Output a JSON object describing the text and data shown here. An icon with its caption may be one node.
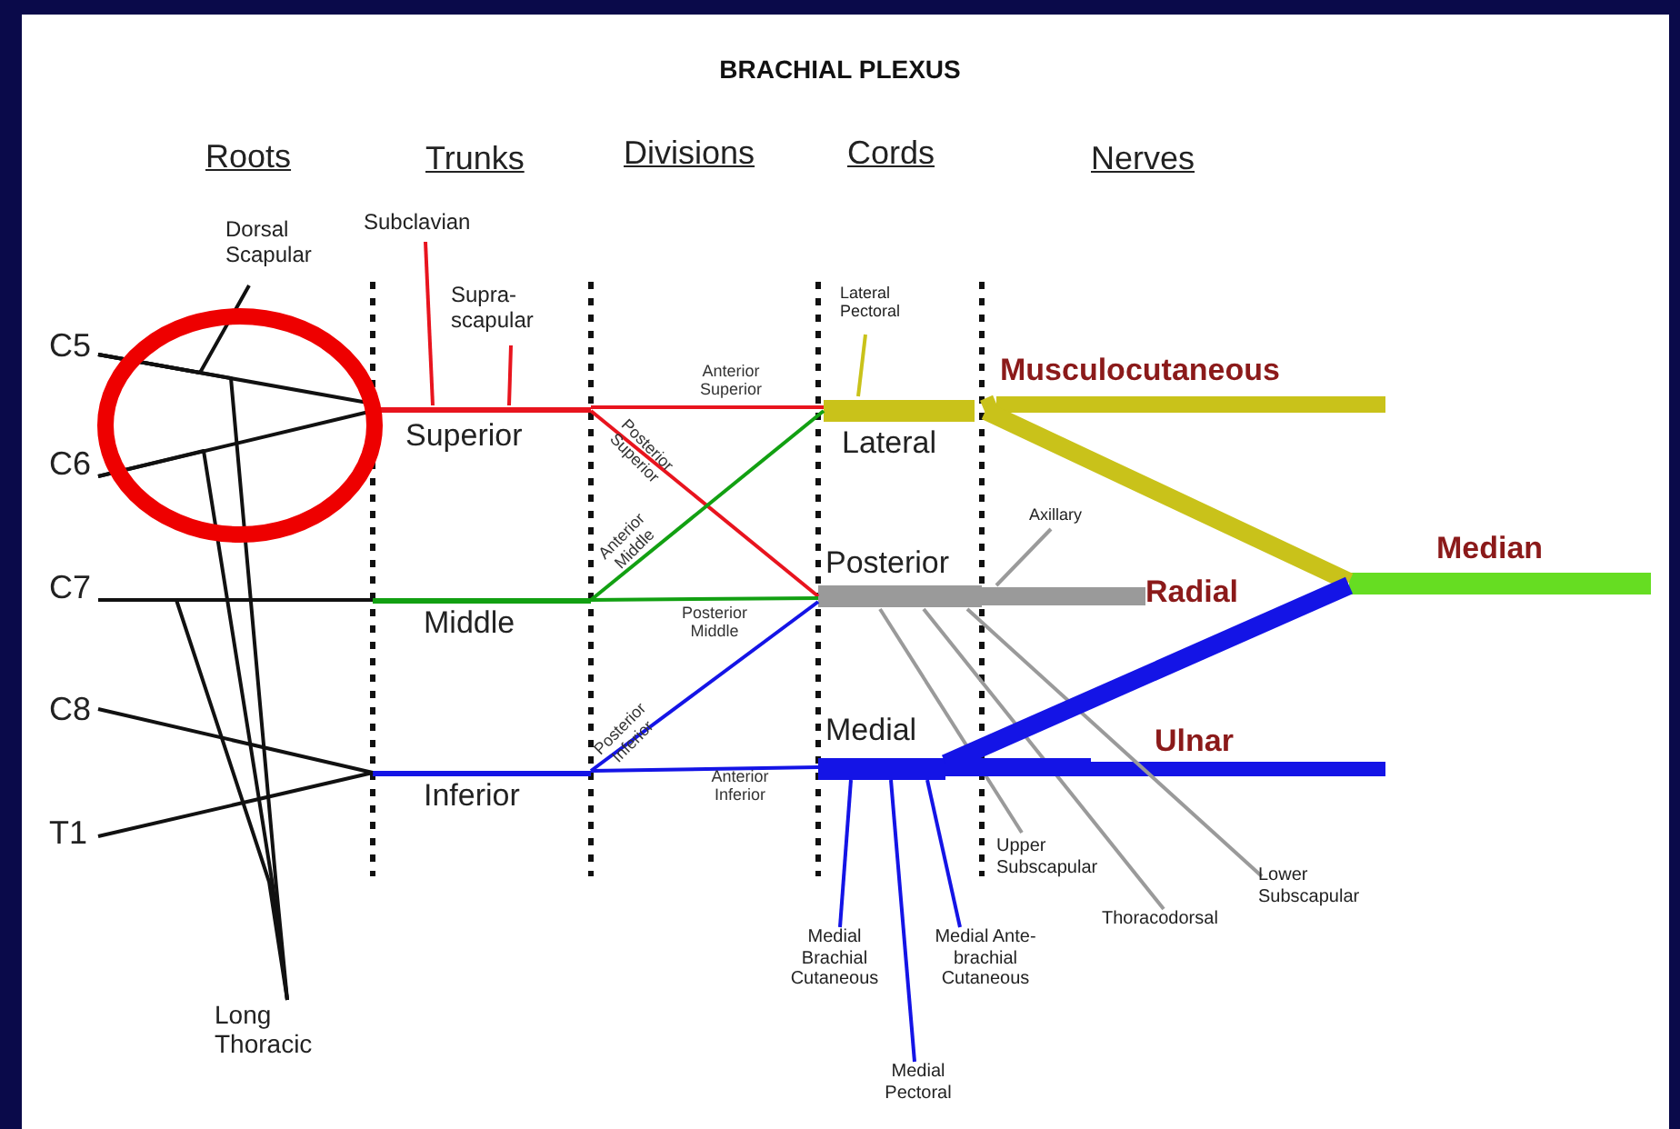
{
  "diagram": {
    "title": "BRACHIAL PLEXUS",
    "nodes": [
      {
        "text": [
          "C5"
        ]
      },
      {
        "text": [
          "C6"
        ]
      },
      {
        "text": [
          "C7"
        ]
      },
      {
        "text": [
          "C8"
        ]
      },
      {
        "text": [
          "T1"
        ]
      },
      {
        "text": [
          "Dorsal Scapular"
        ]
      },
      {
        "text": [
          "Long Thoracic"
        ]
      },
      {
        "text": [
          "Subclavian"
        ]
      },
      {
        "text": [
          "Supra- scapular"
        ]
      },
      {
        "text": [
          "Superior"
        ]
      },
      {
        "text": [
          "Middle"
        ]
      },
      {
        "text": [
          "Inferior"
        ]
      },
      {
        "text": [
          "Lateral Pectoral"
        ]
      },
      {
        "text": [
          "Lateral"
        ]
      },
      {
        "text": [
          "Posterior"
        ]
      },
      {
        "text": [
          "Axillary"
        ]
      },
      {
        "text": [
          "Medial"
        ]
      },
      {
        "text": [
          "Musculocutaneous"
        ]
      },
      {
        "text": [
          "Median"
        ]
      },
      {
        "text": [
          "Radial"
        ]
      },
      {
        "text": [
          "Ulnar"
        ]
      },
      {
        "text": [
          "Upper Subscapular"
        ]
      },
      {
        "text": [
          "Thoracodorsal"
        ]
      },
      {
        "text": [
          "Lower Subscapular"
        ]
      },
      {
        "text": [
          "Medial Brachial Cutaneous"
        ]
      },
      {
        "text": [
          "Medial Pectoral"
        ]
      },
      {
        "text": [
          "Medial Ante- brachial Cutaneous"
        ]
      }
    ],
    "edges": [
      {
        "from": 0,
        "to": 9,
        "arrow": "none"
      },
      {
        "from": 1,
        "to": 9,
        "arrow": "none"
      },
      {
        "from": 2,
        "to": 10,
        "arrow": "none"
      },
      {
        "from": 3,
        "to": 11,
        "arrow": "none"
      },
      {
        "from": 4,
        "to": 11,
        "arrow": "none"
      },
      {
        "from": 0,
        "to": 5,
        "arrow": "none"
      },
      {
        "from": 0,
        "to": 6,
        "arrow": "none"
      },
      {
        "from": 1,
        "to": 6,
        "arrow": "none"
      },
      {
        "from": 2,
        "to": 6,
        "arrow": "none"
      },
      {
        "from": 9,
        "to": 7,
        "arrow": "none",
        "color": "#e8141e"
      },
      {
        "from": 9,
        "to": 8,
        "arrow": "none",
        "color": "#e8141e"
      },
      {
        "from": 9,
        "to": 13,
        "arrow": "none",
        "label": "Anterior Superior",
        "color": "#e8141e"
      },
      {
        "from": 9,
        "to": 14,
        "arrow": "none",
        "label": "Posterior Superior",
        "color": "#e8141e"
      },
      {
        "from": 10,
        "to": 13,
        "arrow": "none",
        "label": "Anterior Middle",
        "color": "#12a012"
      },
      {
        "from": 10,
        "to": 14,
        "arrow": "none",
        "label": "Posterior Middle",
        "color": "#12a012"
      },
      {
        "from": 11,
        "to": 14,
        "arrow": "none",
        "label": "Posterior Inferior",
        "color": "#1414e6"
      },
      {
        "from": 11,
        "to": 16,
        "arrow": "none",
        "label": "Anterior Inferior",
        "color": "#1414e6"
      },
      {
        "from": 13,
        "to": 12,
        "arrow": "none",
        "color": "#c9c21a"
      },
      {
        "from": 13,
        "to": 17,
        "arrow": "none",
        "style": "thick",
        "color": "#c9c21a"
      },
      {
        "from": 13,
        "to": 18,
        "arrow": "none",
        "style": "thick",
        "color": "#c9c21a"
      },
      {
        "from": 14,
        "to": 15,
        "arrow": "none",
        "color": "#9a9a9a"
      },
      {
        "from": 14,
        "to": 19,
        "arrow": "none",
        "style": "thick",
        "color": "#9a9a9a"
      },
      {
        "from": 14,
        "to": 21,
        "arrow": "none",
        "color": "#9a9a9a"
      },
      {
        "from": 14,
        "to": 22,
        "arrow": "none",
        "color": "#9a9a9a"
      },
      {
        "from": 14,
        "to": 23,
        "arrow": "none",
        "color": "#9a9a9a"
      },
      {
        "from": 16,
        "to": 18,
        "arrow": "none",
        "style": "thick",
        "color": "#1414e6"
      },
      {
        "from": 16,
        "to": 20,
        "arrow": "none",
        "style": "thick",
        "color": "#1414e6"
      },
      {
        "from": 16,
        "to": 24,
        "arrow": "none",
        "color": "#1414e6"
      },
      {
        "from": 16,
        "to": 25,
        "arrow": "none",
        "color": "#1414e6"
      },
      {
        "from": 16,
        "to": 26,
        "arrow": "none",
        "color": "#1414e6"
      }
    ],
    "labels": [
      "Roots",
      "Trunks",
      "Divisions",
      "Cords",
      "Nerves"
    ]
  }
}
